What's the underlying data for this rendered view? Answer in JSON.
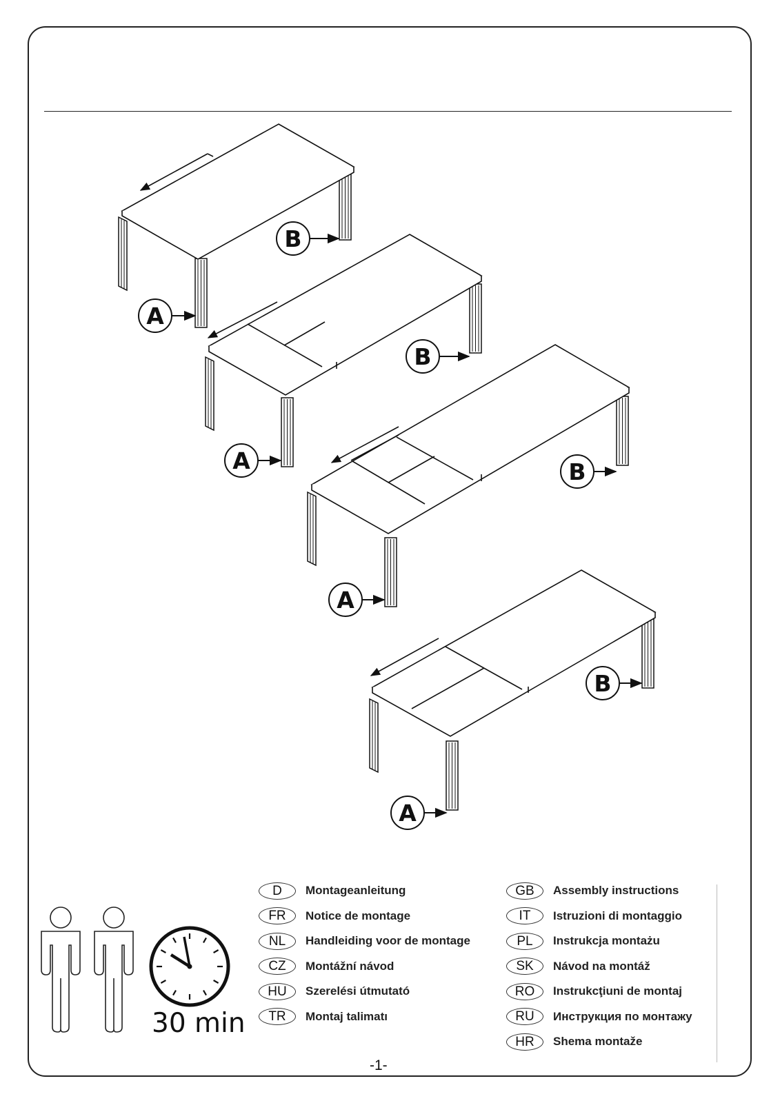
{
  "callouts": {
    "a": "A",
    "b": "B"
  },
  "duration": "30 min",
  "page_number": "-1-",
  "icons": [
    "person-icon",
    "person-icon",
    "clock-icon",
    "arrow-icon"
  ],
  "languages_left": [
    {
      "code": "D",
      "label": "Montageanleitung"
    },
    {
      "code": "FR",
      "label": "Notice de montage"
    },
    {
      "code": "NL",
      "label": "Handleiding voor de montage"
    },
    {
      "code": "CZ",
      "label": "Montážní návod"
    },
    {
      "code": "HU",
      "label": "Szerelési útmutató"
    },
    {
      "code": "TR",
      "label": "Montaj talimatı"
    }
  ],
  "languages_right": [
    {
      "code": "GB",
      "label": "Assembly instructions"
    },
    {
      "code": "IT",
      "label": "Istruzioni di montaggio"
    },
    {
      "code": "PL",
      "label": "Instrukcja montażu"
    },
    {
      "code": "SK",
      "label": "Návod na montáž"
    },
    {
      "code": "RO",
      "label": "Instrukcţiuni de montaj"
    },
    {
      "code": "RU",
      "label": "Инструкция по монтажу"
    },
    {
      "code": "HR",
      "label": "Shema montaže"
    }
  ]
}
